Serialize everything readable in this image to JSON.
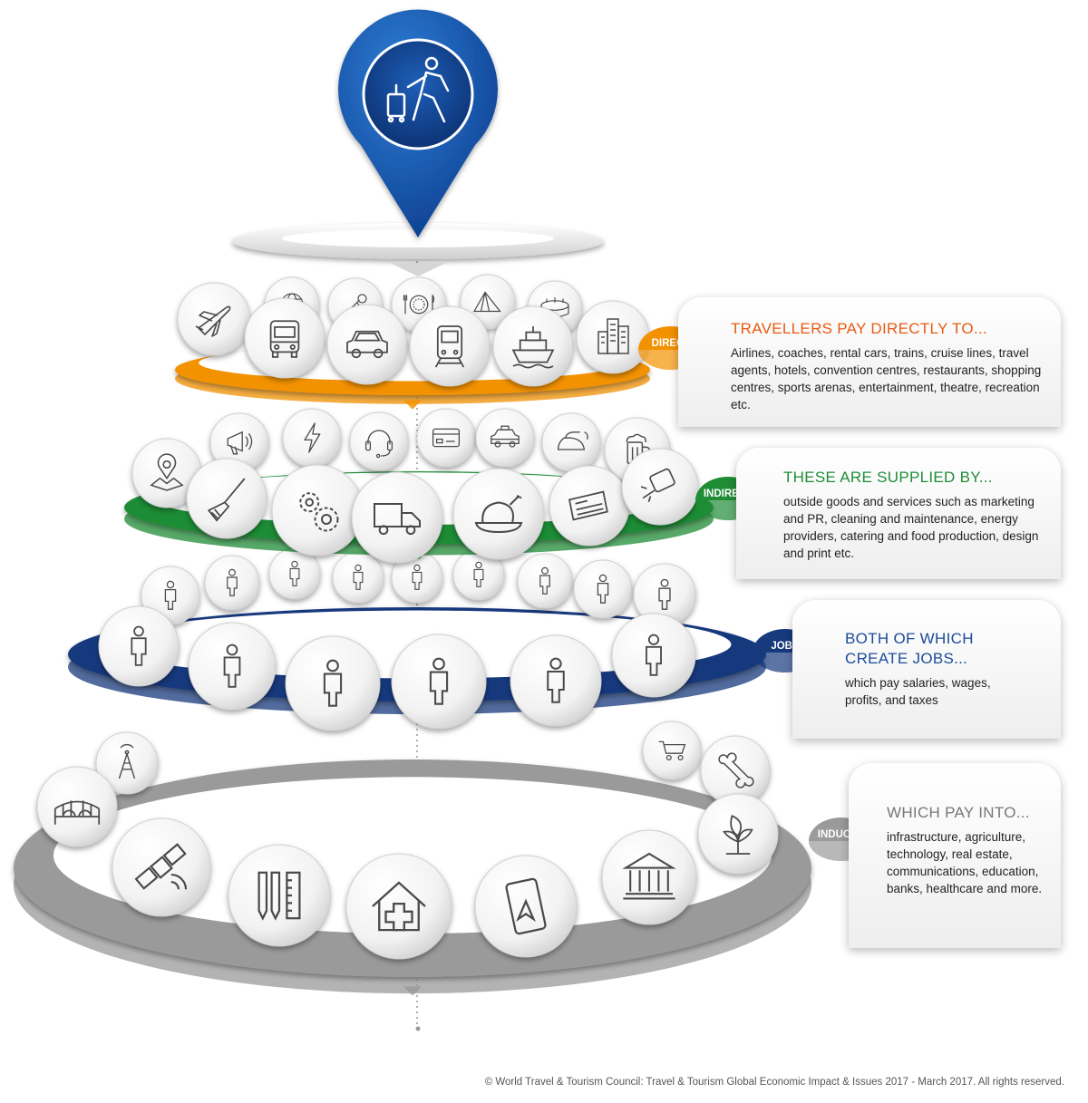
{
  "levels": [
    {
      "tag": "DIRECT",
      "heading": "TRAVELLERS PAY DIRECTLY TO...",
      "body": "Airlines, coaches, rental cars, trains, cruise lines, travel agents, hotels, convention centres, restaurants, shopping centres, sports arenas, entertainment, theatre, recreation etc.",
      "color": "#f39200",
      "heading_color": "#e85a10",
      "icons": [
        "globe-icon",
        "hotel-key-icon",
        "dining-plate-icon",
        "tent-icon",
        "stadium-icon",
        "airplane-icon",
        "coach-bus-icon",
        "rental-car-icon",
        "train-icon",
        "cruise-ship-icon",
        "city-buildings-icon"
      ]
    },
    {
      "tag": "INDIRECT",
      "heading": "THESE ARE SUPPLIED BY...",
      "body": "outside goods and services such as marketing and PR, cleaning and maintenance, energy providers, catering and food production, design and print etc.",
      "color": "#1f8c36",
      "heading_color": "#1f8c36",
      "icons": [
        "megaphone-icon",
        "lightning-icon",
        "headset-icon",
        "credit-card-icon",
        "taxi-icon",
        "iron-icon",
        "beer-icon",
        "location-map-icon",
        "broom-icon",
        "gears-icon",
        "delivery-truck-icon",
        "roast-chicken-icon",
        "newspaper-icon",
        "power-plug-icon"
      ]
    },
    {
      "tag": "JOBS",
      "heading": "BOTH OF WHICH CREATE JOBS...",
      "body": "which pay salaries, wages, profits, and taxes",
      "color": "#17397d",
      "heading_color": "#1b4b9a",
      "icons": [
        "person-icon",
        "person-icon",
        "person-icon",
        "person-icon",
        "person-icon",
        "person-icon",
        "person-icon",
        "person-icon",
        "person-icon",
        "person-icon",
        "person-icon",
        "person-icon",
        "person-icon",
        "person-icon",
        "person-icon"
      ]
    },
    {
      "tag": "INDUCED",
      "heading": "WHICH PAY INTO...",
      "body": "infrastructure, agriculture, technology, real estate, communications, education, banks, healthcare and more.",
      "color": "#9a9a9a",
      "heading_color": "#777777",
      "icons": [
        "radio-tower-icon",
        "shopping-cart-icon",
        "bone-icon",
        "bridge-icon",
        "satellite-icon",
        "pencils-ruler-icon",
        "hospital-icon",
        "smartphone-navigation-icon",
        "bank-icon",
        "plant-icon"
      ]
    }
  ],
  "pin_icon": "traveller-with-luggage-icon",
  "footer": "© World Travel & Tourism Council: Travel & Tourism Global Economic Impact & Issues 2017 - March 2017. All rights reserved."
}
